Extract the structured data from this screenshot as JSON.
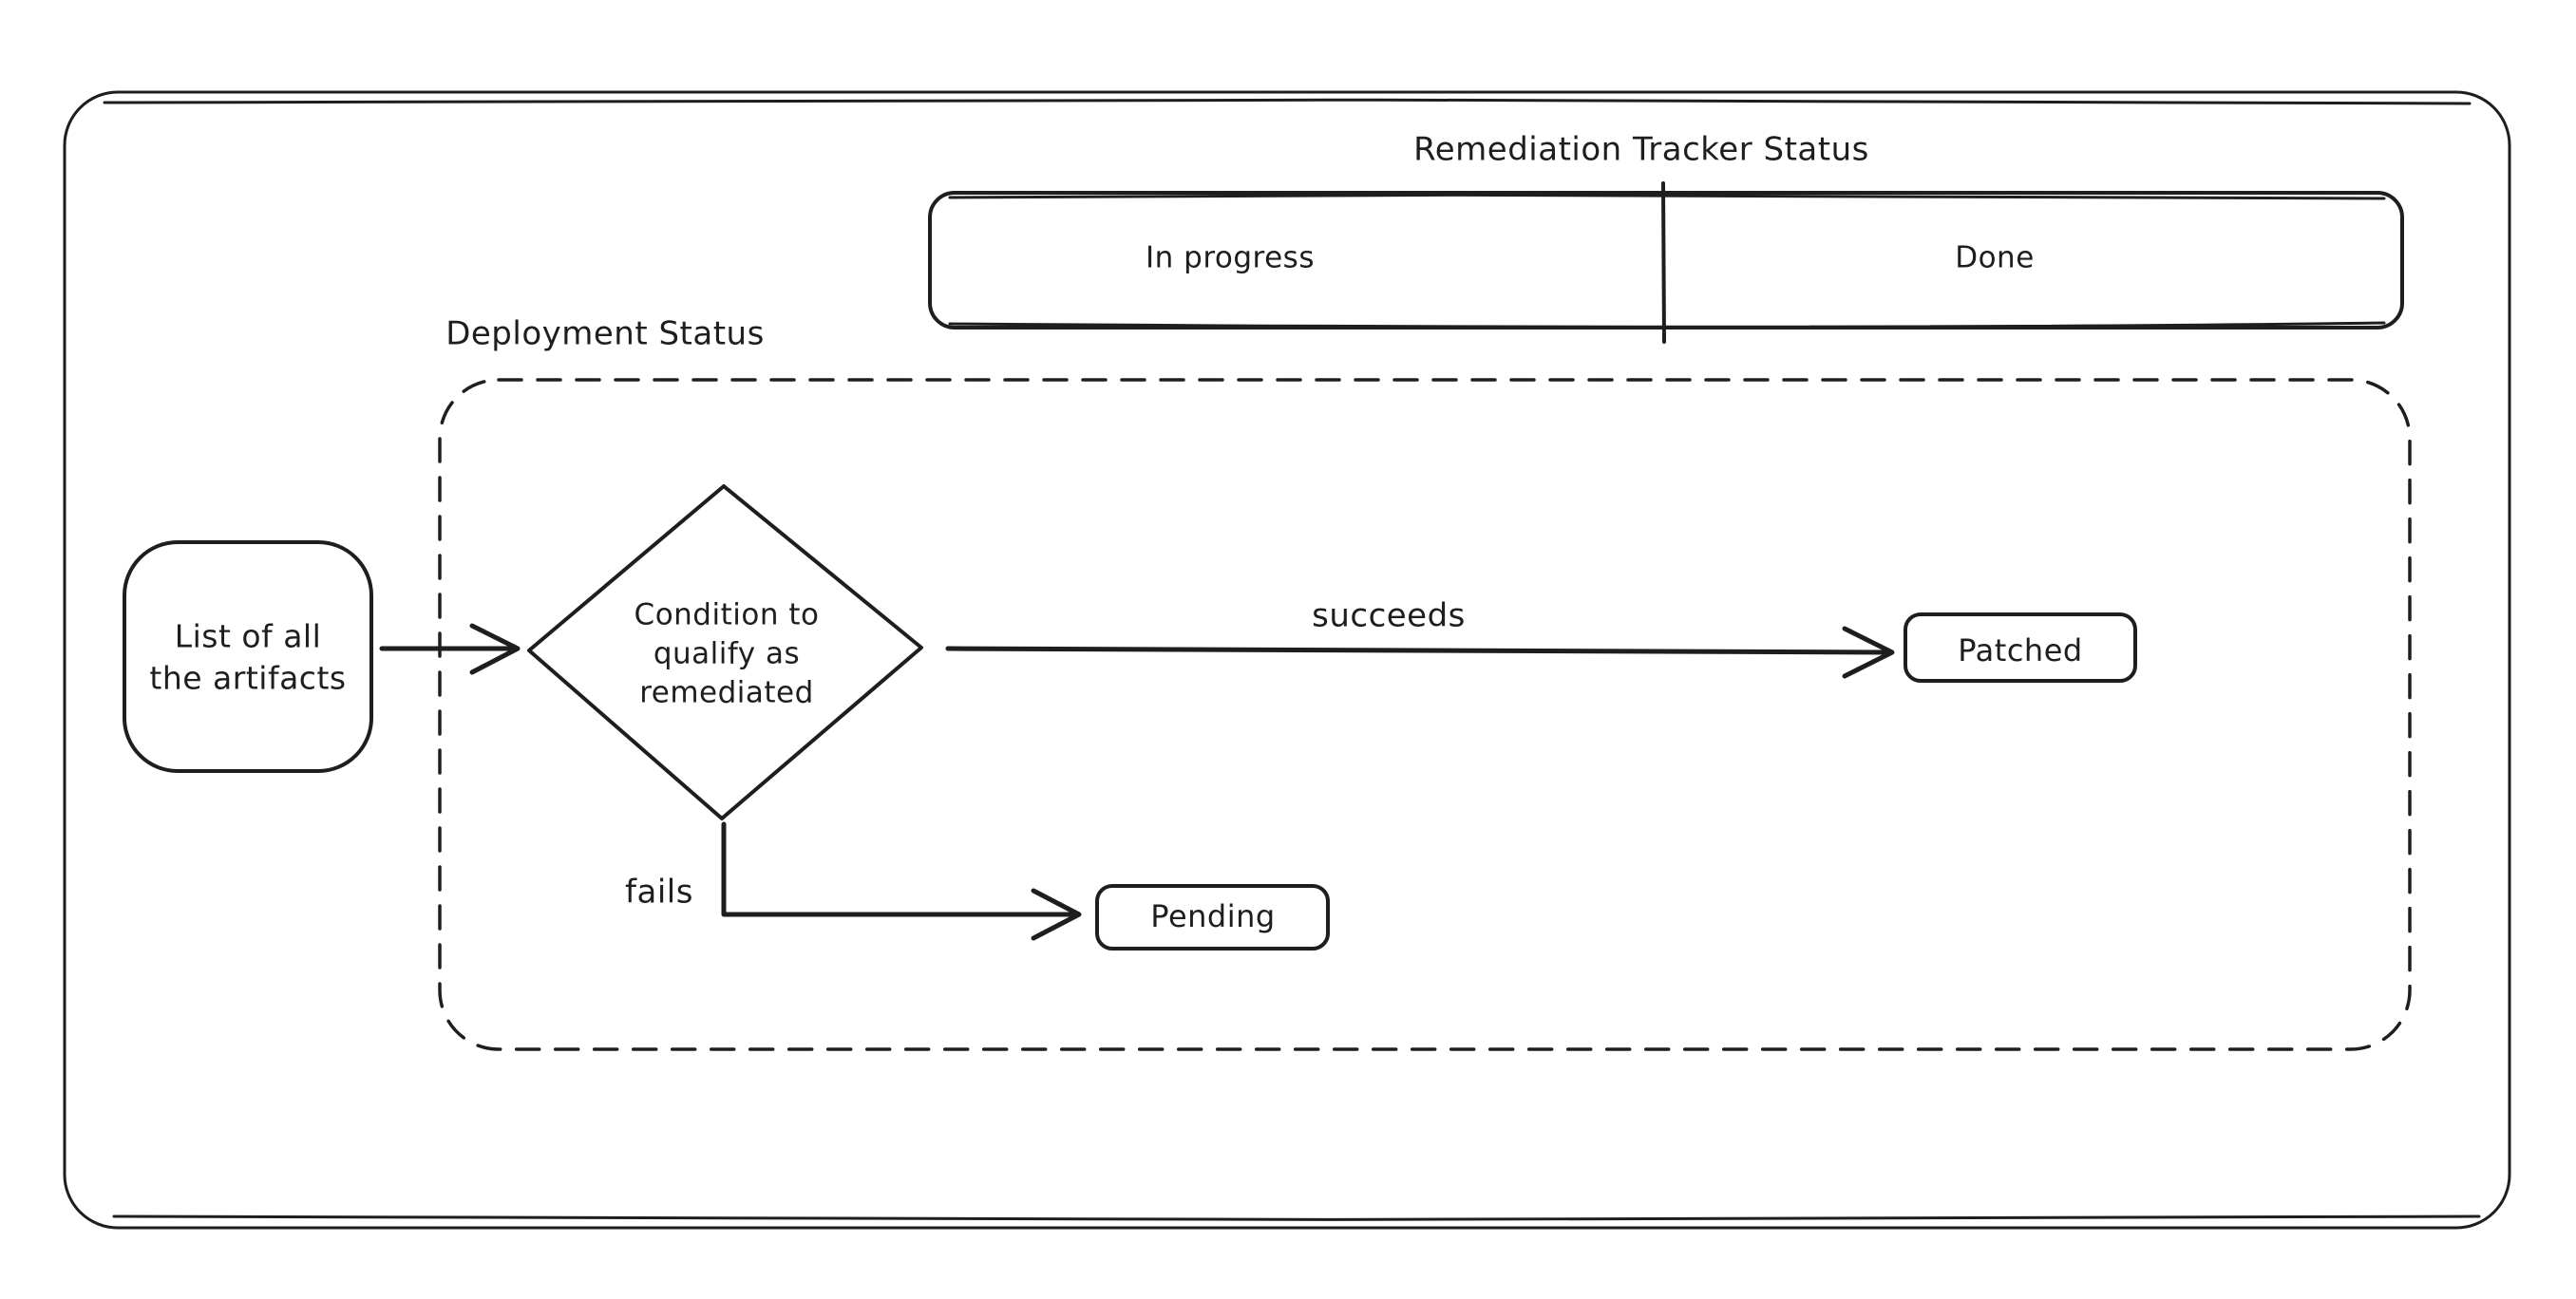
{
  "title": "Remediation Tracker Status",
  "tracker_table": {
    "in_progress": "In progress",
    "done": "Done"
  },
  "deployment_zone": {
    "label": "Deployment Status"
  },
  "nodes": {
    "artifacts": {
      "label": "List of all\nthe artifacts"
    },
    "condition": {
      "label": "Condition to\nqualify as\nremediated"
    },
    "patched": {
      "label": "Patched"
    },
    "pending": {
      "label": "Pending"
    }
  },
  "edges": {
    "succeeds": {
      "label": "succeeds"
    },
    "fails": {
      "label": "fails"
    }
  },
  "colors": {
    "ink": "#1e1e1e",
    "background": "#ffffff"
  }
}
